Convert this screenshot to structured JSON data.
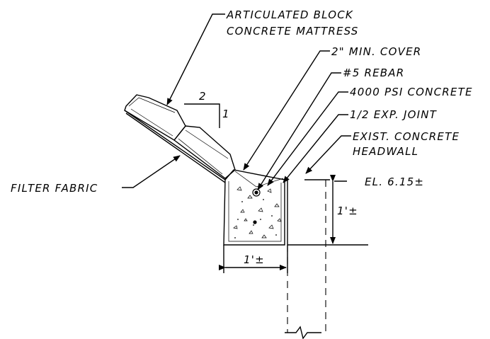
{
  "labels": {
    "mattress_line1": "ARTICULATED BLOCK",
    "mattress_line2": "CONCRETE MATTRESS",
    "min_cover": "2\" MIN. COVER",
    "rebar": "#5 REBAR",
    "concrete": "4000 PSI CONCRETE",
    "joint": "1/2 EXP. JOINT",
    "headwall_line1": "EXIST. CONCRETE",
    "headwall_line2": "HEADWALL",
    "elevation": "EL. 6.15±",
    "filter_fabric": "FILTER FABRIC",
    "dim_height": "1'±",
    "dim_width": "1'±",
    "slope_run": "2",
    "slope_rise": "1"
  }
}
